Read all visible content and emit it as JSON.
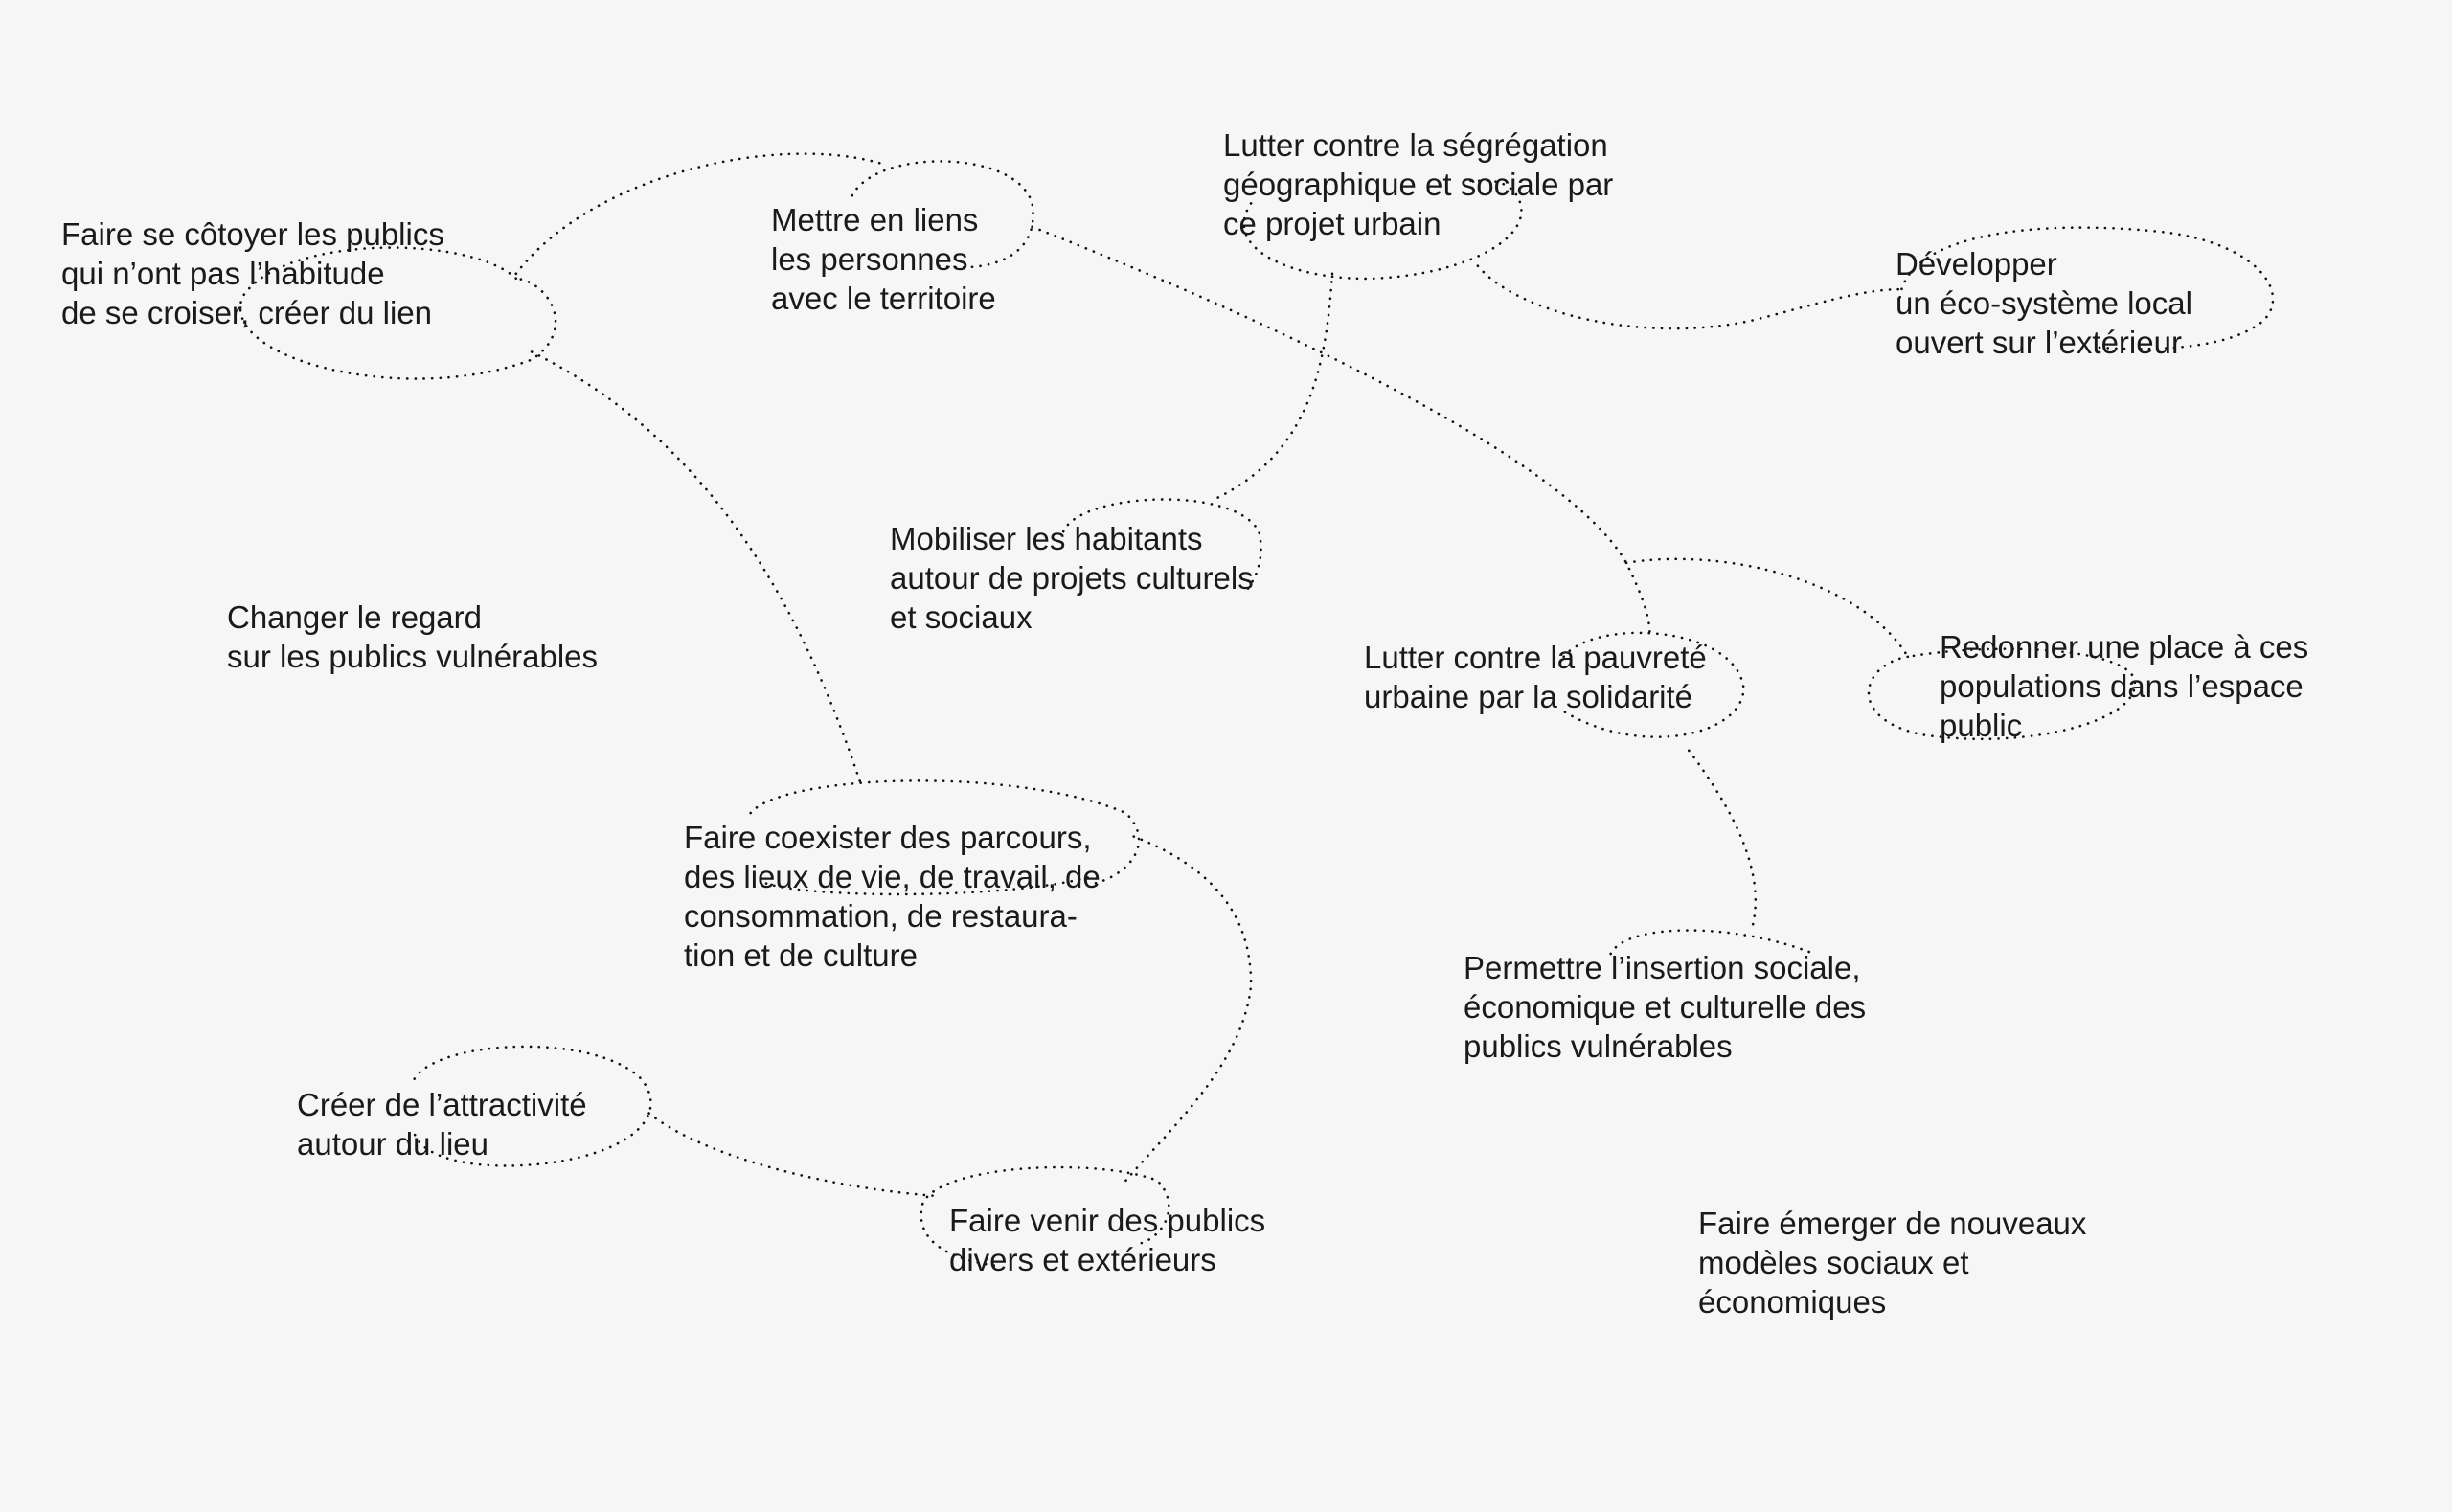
{
  "nodes": [
    {
      "id": "cotoyer",
      "lines": [
        "Faire se côtoyer les publics",
        "qui n’ont pas l’habitude",
        "de se croiser, créer du lien"
      ]
    },
    {
      "id": "liens",
      "lines": [
        "Mettre en liens",
        "les personnes",
        "avec le territoire"
      ]
    },
    {
      "id": "segregation",
      "lines": [
        "Lutter contre la ségrégation",
        "géographique et sociale par",
        "ce projet urbain"
      ]
    },
    {
      "id": "ecosysteme",
      "lines": [
        "Développer",
        "un éco-système local",
        "ouvert sur l’extérieur"
      ]
    },
    {
      "id": "mobiliser",
      "lines": [
        "Mobiliser les habitants",
        "autour de projets culturels",
        "et sociaux"
      ]
    },
    {
      "id": "regard",
      "lines": [
        "Changer le regard",
        "sur les publics vulnérables"
      ]
    },
    {
      "id": "pauvrete",
      "lines": [
        "Lutter contre la pauvreté",
        "urbaine par la solidarité"
      ]
    },
    {
      "id": "redonner",
      "lines": [
        "Redonner une place à ces",
        "populations dans l’espace",
        "public"
      ]
    },
    {
      "id": "coexister",
      "lines": [
        "Faire coexister des parcours,",
        "des lieux de vie, de travail, de",
        "consommation, de restaura-",
        "tion et de culture"
      ]
    },
    {
      "id": "insertion",
      "lines": [
        "Permettre l’insertion sociale,",
        "économique et culturelle des",
        "publics vulnérables"
      ]
    },
    {
      "id": "attractivite",
      "lines": [
        "Créer de l’attractivité",
        "autour du lieu"
      ]
    },
    {
      "id": "venir",
      "lines": [
        "Faire venir des publics",
        "divers et extérieurs"
      ]
    },
    {
      "id": "emerger",
      "lines": [
        "Faire émerger de nouveaux",
        "modèles sociaux et",
        "économiques"
      ]
    }
  ],
  "colors": {
    "background": "#f6f6f6",
    "text": "#1a1a1a",
    "dots": "#111111"
  }
}
